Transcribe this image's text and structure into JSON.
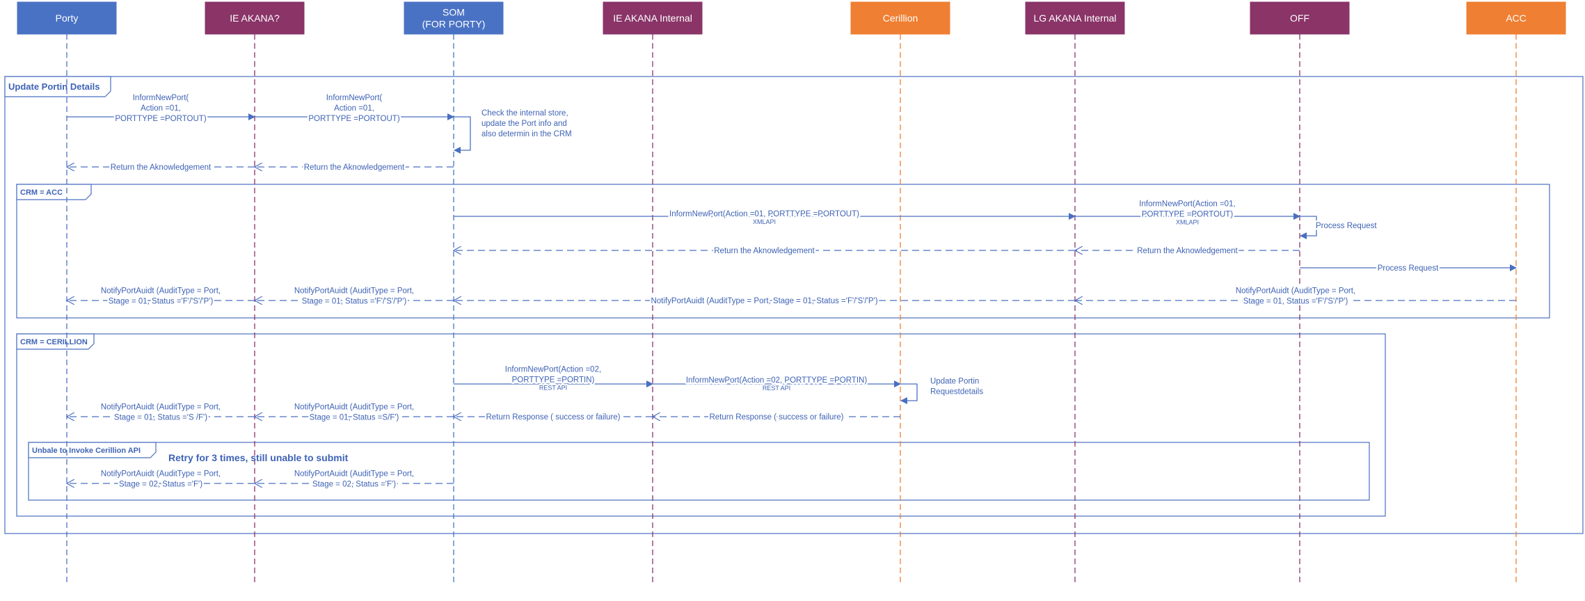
{
  "colors": {
    "blue": "#4a72c4",
    "purple": "#8a3468",
    "orange": "#ef7f32",
    "line_blue": "#4a6fc0",
    "text": "#3f63b5",
    "white": "#ffffff"
  },
  "participants": [
    {
      "id": "porty",
      "lines": [
        "Porty"
      ],
      "color": "blue"
    },
    {
      "id": "ie_akana",
      "lines": [
        "IE AKANA?"
      ],
      "color": "purple"
    },
    {
      "id": "som",
      "lines": [
        "SOM",
        "(FOR PORTY)"
      ],
      "color": "blue"
    },
    {
      "id": "ie_akana_internal",
      "lines": [
        "IE AKANA  Internal"
      ],
      "color": "purple"
    },
    {
      "id": "cerillion",
      "lines": [
        "Cerillion"
      ],
      "color": "orange"
    },
    {
      "id": "lg_akana_internal",
      "lines": [
        "LG  AKANA Internal"
      ],
      "color": "purple"
    },
    {
      "id": "off",
      "lines": [
        "OFF"
      ],
      "color": "purple"
    },
    {
      "id": "acc",
      "lines": [
        "ACC"
      ],
      "color": "orange"
    }
  ],
  "frames": [
    {
      "id": "update-portin-details",
      "title": "Update Portin Details"
    },
    {
      "id": "crm-acc",
      "title": "CRM = ACC"
    },
    {
      "id": "crm-cerillion",
      "title": "CRM = CERILLION"
    },
    {
      "id": "unable-invoke-cerillion",
      "title": "Unbale to Invoke Cerillion API"
    }
  ],
  "notes": [
    {
      "id": "retry-note",
      "text": "Retry for 3 times, still unable to submit"
    }
  ],
  "messages": [
    {
      "id": "m1",
      "from": "porty",
      "to": "ie_akana",
      "style": "solid",
      "lines": [
        "InformNewPort(",
        "Action =01,",
        "PORTTYPE =PORTOUT)"
      ]
    },
    {
      "id": "m2",
      "from": "ie_akana",
      "to": "som",
      "style": "solid",
      "lines": [
        "InformNewPort(",
        "Action =01,",
        "PORTTYPE =PORTOUT)"
      ]
    },
    {
      "id": "m3",
      "from": "som",
      "to": "som",
      "style": "self",
      "lines": [
        "Check the internal store,",
        "update the Port info and",
        "also determin in the CRM"
      ]
    },
    {
      "id": "m4",
      "from": "som",
      "to": "ie_akana",
      "style": "dashed",
      "lines": [
        "Return the Aknowledgement"
      ]
    },
    {
      "id": "m5",
      "from": "ie_akana",
      "to": "porty",
      "style": "dashed",
      "lines": [
        "Return the Aknowledgement"
      ]
    },
    {
      "id": "m6",
      "from": "som",
      "to": "lg_akana_internal",
      "style": "solid",
      "lines": [
        "InformNewPort(Action =01,  PORTTYPE =PORTOUT)"
      ],
      "sub": "XMLAPI"
    },
    {
      "id": "m7",
      "from": "lg_akana_internal",
      "to": "off",
      "style": "solid",
      "lines": [
        "InformNewPort(Action =01,",
        "PORTTYPE =PORTOUT)"
      ],
      "sub": "XMLAPI"
    },
    {
      "id": "m8",
      "from": "off",
      "to": "off",
      "style": "self",
      "lines": [
        "Process Request"
      ]
    },
    {
      "id": "m9",
      "from": "off",
      "to": "lg_akana_internal",
      "style": "dashed",
      "lines": [
        "Return the Aknowledgement"
      ]
    },
    {
      "id": "m10",
      "from": "lg_akana_internal",
      "to": "som",
      "style": "dashed",
      "lines": [
        "Return the Aknowledgement"
      ]
    },
    {
      "id": "m11",
      "from": "off",
      "to": "acc",
      "style": "solid",
      "lines": [
        "Process Request"
      ]
    },
    {
      "id": "m12",
      "from": "acc",
      "to": "lg_akana_internal",
      "style": "dashed",
      "lines": [
        "NotifyPortAuidt (AuditType = Port,",
        "Stage = 01, Status ='F'/'S'/'P')"
      ]
    },
    {
      "id": "m13",
      "from": "lg_akana_internal",
      "to": "som",
      "style": "dashed",
      "lines": [
        "NotifyPortAuidt (AuditType = Port, Stage = 01, Status ='F'/'S'/'P')"
      ]
    },
    {
      "id": "m14",
      "from": "som",
      "to": "ie_akana",
      "style": "dashed",
      "lines": [
        "NotifyPortAuidt (AuditType = Port,",
        "Stage = 01, Status ='F'/'S'/'P')"
      ]
    },
    {
      "id": "m15",
      "from": "ie_akana",
      "to": "porty",
      "style": "dashed",
      "lines": [
        "NotifyPortAuidt (AuditType = Port,",
        "Stage = 01, Status ='F'/'S'/'P')"
      ]
    },
    {
      "id": "m16",
      "from": "som",
      "to": "ie_akana_internal",
      "style": "solid",
      "lines": [
        "InformNewPort(Action =02,",
        "PORTTYPE =PORTIN)"
      ],
      "sub": "REST API"
    },
    {
      "id": "m17",
      "from": "ie_akana_internal",
      "to": "cerillion",
      "style": "solid",
      "lines": [
        "InformNewPort(Action =02,  PORTTYPE =PORTIN)"
      ],
      "sub": "REST API"
    },
    {
      "id": "m18",
      "from": "cerillion",
      "to": "cerillion",
      "style": "self",
      "lines": [
        "Update Portin",
        "Requestdetails"
      ]
    },
    {
      "id": "m19",
      "from": "cerillion",
      "to": "ie_akana_internal",
      "style": "dashed",
      "lines": [
        "Return Response ( success or failure)"
      ]
    },
    {
      "id": "m20",
      "from": "ie_akana_internal",
      "to": "som",
      "style": "dashed",
      "lines": [
        "Return Response ( success or failure)"
      ]
    },
    {
      "id": "m21",
      "from": "som",
      "to": "ie_akana",
      "style": "dashed",
      "lines": [
        "NotifyPortAuidt (AuditType = Port,",
        "Stage = 01, Status =S/F')"
      ]
    },
    {
      "id": "m22",
      "from": "ie_akana",
      "to": "porty",
      "style": "dashed",
      "lines": [
        "NotifyPortAuidt (AuditType = Port,",
        "Stage = 01, Status ='S /F')"
      ]
    },
    {
      "id": "m23",
      "from": "som",
      "to": "ie_akana",
      "style": "dashed",
      "lines": [
        "NotifyPortAuidt (AuditType = Port,",
        "Stage = 02, Status ='F')"
      ]
    },
    {
      "id": "m24",
      "from": "ie_akana",
      "to": "porty",
      "style": "dashed",
      "lines": [
        "NotifyPortAuidt (AuditType = Port,",
        "Stage = 02, Status ='F')"
      ]
    }
  ]
}
